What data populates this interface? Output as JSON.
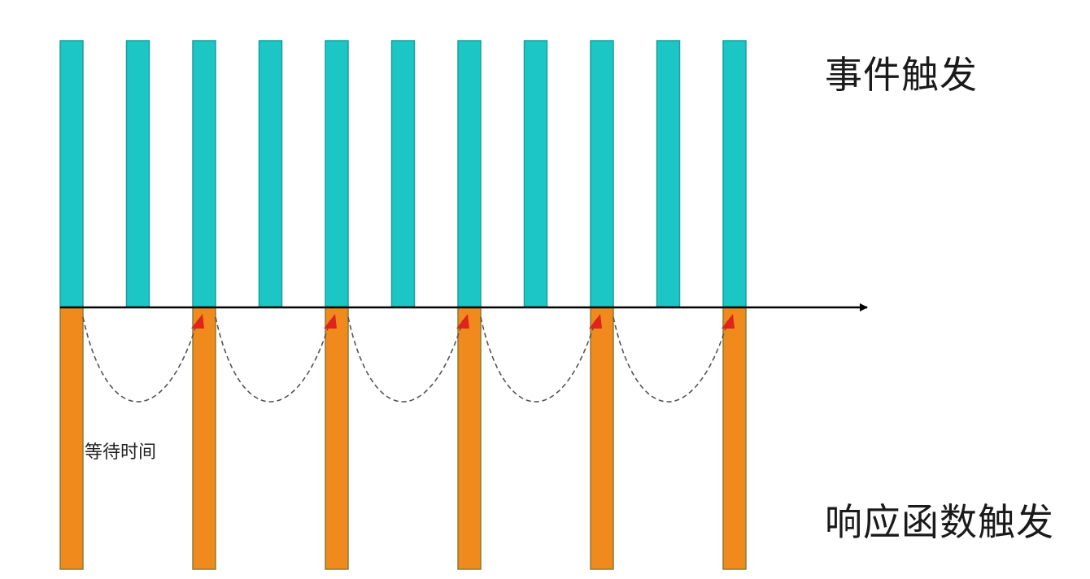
{
  "labels": {
    "event_trigger": "事件触发",
    "response_trigger": "响应函数触发",
    "wait_time": "等待时间"
  },
  "colors": {
    "event_bar": "#1cc6c4",
    "event_bar_border": "#1a9e9b",
    "response_bar": "#f08a1c",
    "response_bar_border": "#8a7a3a",
    "axis": "#000000",
    "wait_arc": "#555555",
    "response_arrow": "#e0231c"
  },
  "diagram": {
    "event_count": 11,
    "response_every_nth_event": 2,
    "timeline_arrow": "right"
  }
}
